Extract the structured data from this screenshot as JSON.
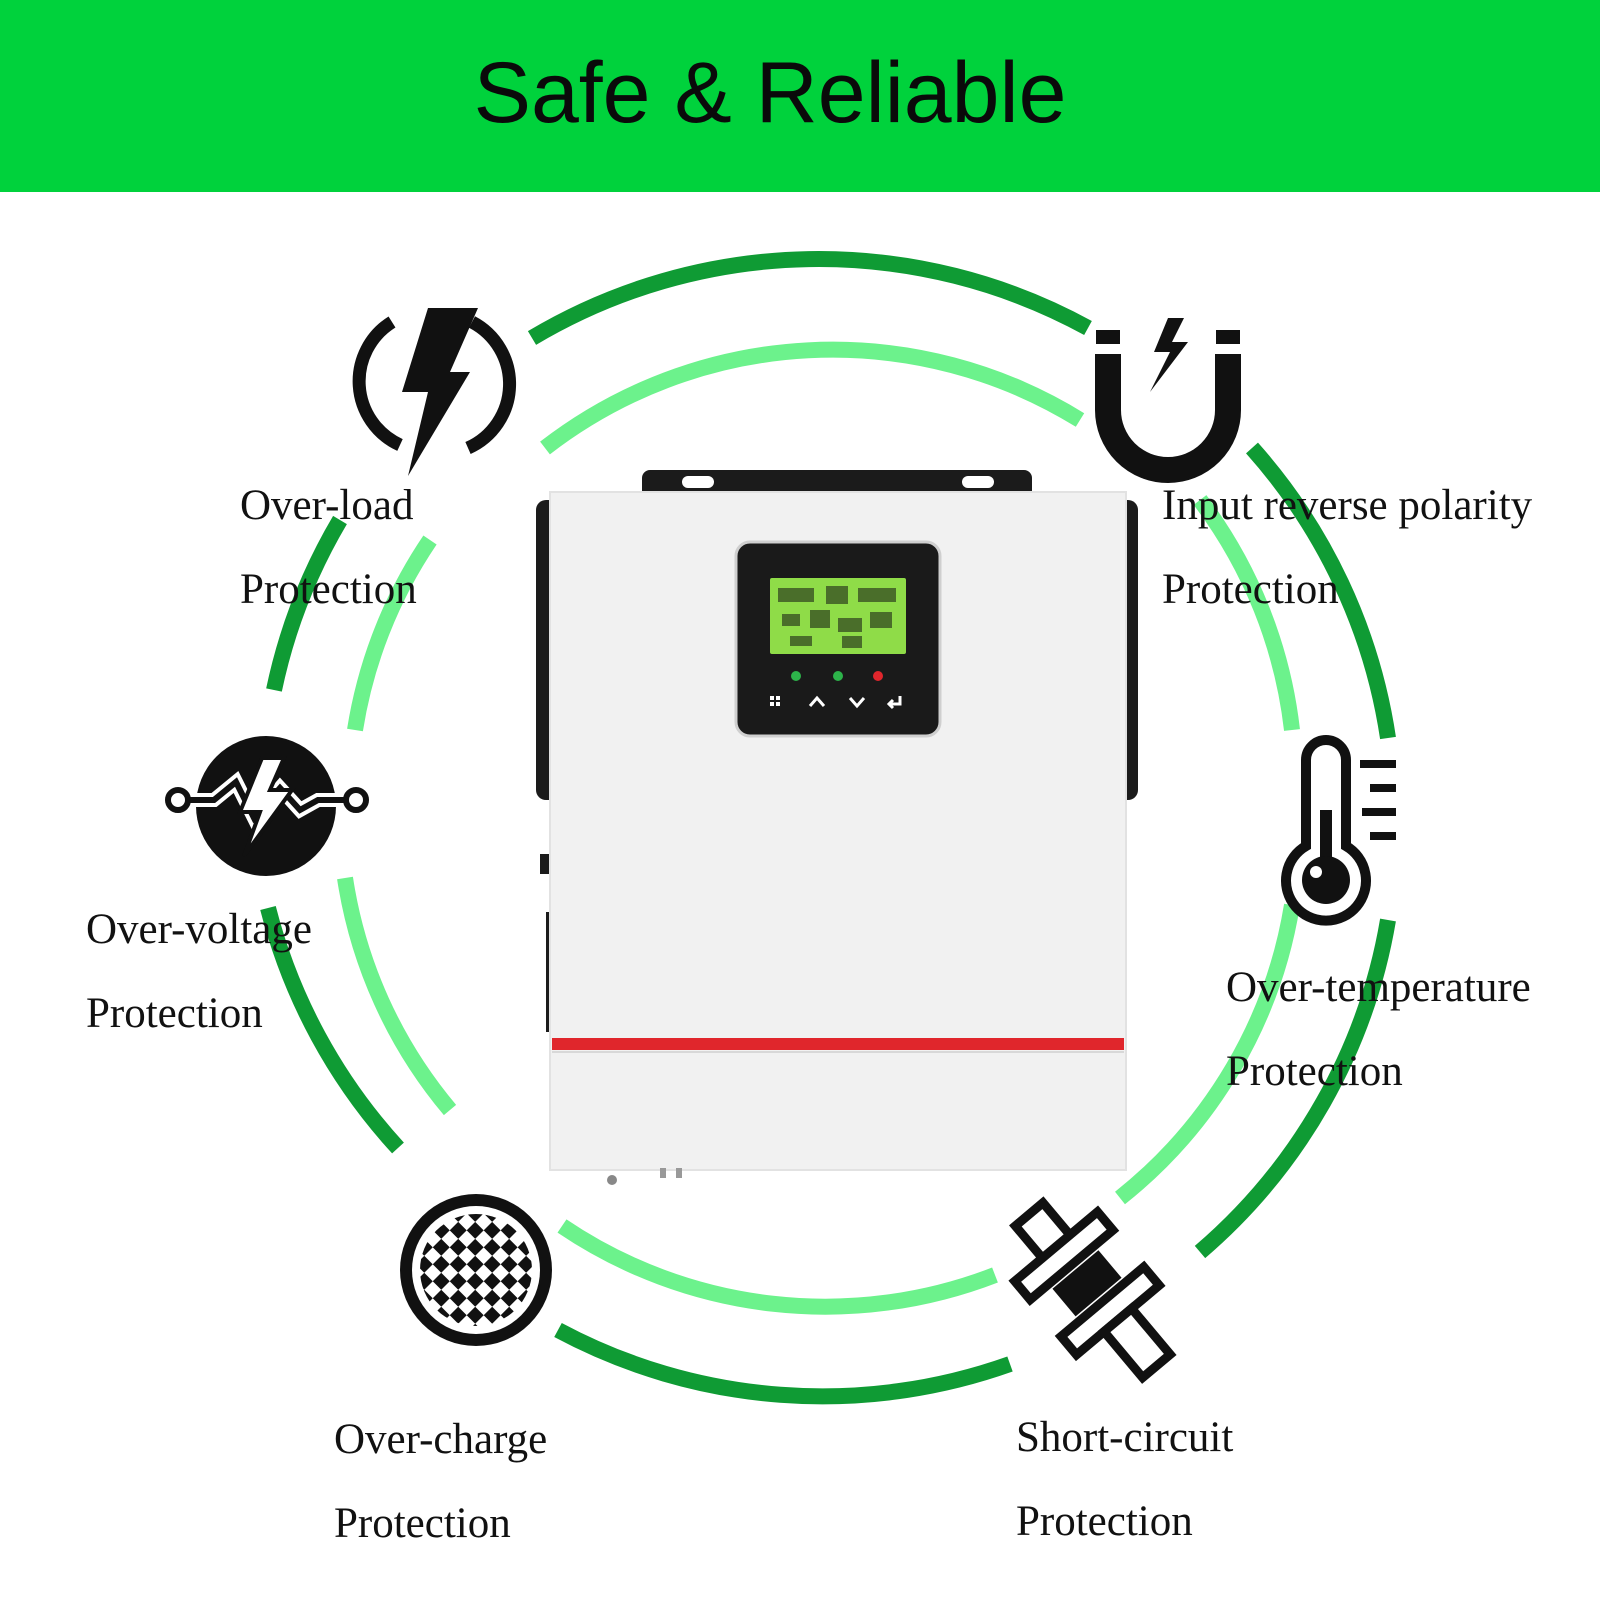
{
  "banner": {
    "title": "Safe & Reliable",
    "background": "#00d23c"
  },
  "colors": {
    "ring_dark": "#0f9b34",
    "ring_light": "#6cf28c",
    "accent_red": "#e0262c",
    "lcd_green": "#8fdc48",
    "device_body": "#f1f1f1"
  },
  "features": [
    {
      "icon": "lightning-circle-icon",
      "line1": "Over-load",
      "line2": "Protection"
    },
    {
      "icon": "magnet-lightning-icon",
      "line1": "Input reverse polarity",
      "line2": "Protection"
    },
    {
      "icon": "voltage-surge-icon",
      "line1": "Over-voltage",
      "line2": "Protection"
    },
    {
      "icon": "thermometer-icon",
      "line1": "Over-temperature",
      "line2": "Protection"
    },
    {
      "icon": "checkered-circle-icon",
      "line1": "Over-charge",
      "line2": "Protection"
    },
    {
      "icon": "short-circuit-icon",
      "line1": "Short-circuit",
      "line2": "Protection"
    }
  ]
}
